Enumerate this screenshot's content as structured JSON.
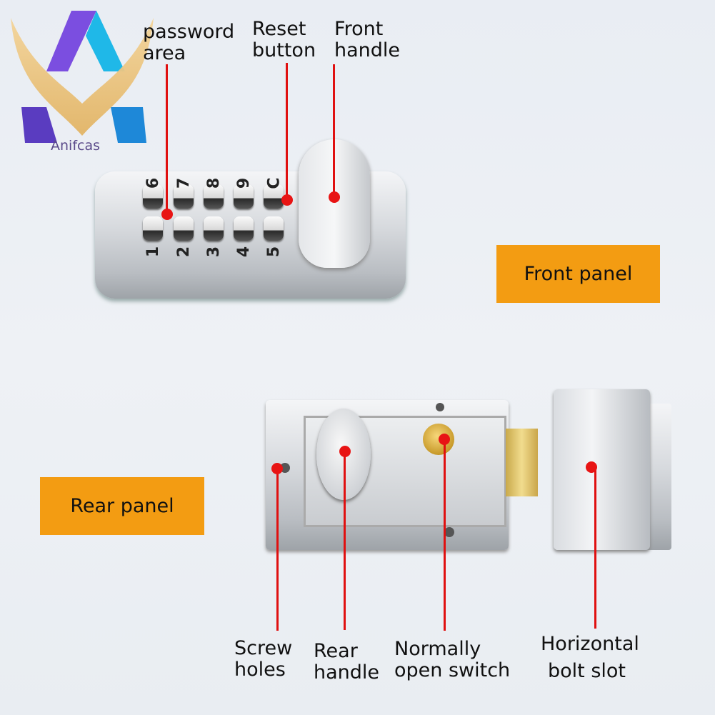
{
  "brand": {
    "name": "Anifcas"
  },
  "labels": {
    "password_area": [
      "password",
      "area"
    ],
    "reset_button": [
      "Reset",
      "button"
    ],
    "front_handle": [
      "Front",
      "handle"
    ],
    "screw_holes": [
      "Screw",
      "holes"
    ],
    "rear_handle": [
      "Rear",
      "handle"
    ],
    "normally_open_switch": [
      "Normally",
      "open switch"
    ],
    "horizontal_bolt_slot": [
      "Horizontal",
      "bolt slot"
    ]
  },
  "badges": {
    "front_panel": "Front panel",
    "rear_panel": "Rear panel"
  },
  "keypad": {
    "top_row": [
      "6",
      "7",
      "8",
      "9",
      "C"
    ],
    "bottom_row": [
      "1",
      "2",
      "3",
      "4",
      "5"
    ]
  },
  "colors": {
    "badge": "#f39c12",
    "pointer": "#e01010"
  }
}
